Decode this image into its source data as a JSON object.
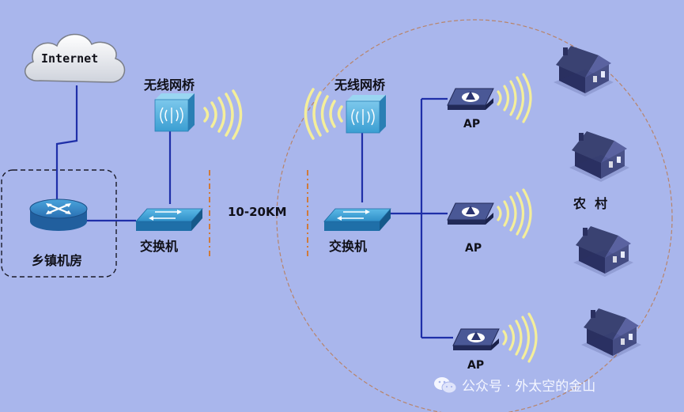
{
  "labels": {
    "internet": "Internet",
    "bridge_left": "无线网桥",
    "bridge_right": "无线网桥",
    "town_office": "乡镇机房",
    "switch_left": "交换机",
    "switch_right": "交换机",
    "distance": "10-20KM",
    "ap_top": "AP",
    "ap_mid": "AP",
    "ap_bottom": "AP",
    "village": "农  村"
  },
  "watermark": {
    "text": "公众号 · 外太空的金山"
  },
  "colors": {
    "background": "#a9b6ec",
    "link": "#1f2fa8",
    "switch": "#2f8fc8",
    "bridge": "#46a7d8",
    "router": "#2f7fc0",
    "ap": "#3e4c8c",
    "signal": "#f4ee9a",
    "coverage_circle": "#b8846a",
    "house": "#3e4675"
  }
}
